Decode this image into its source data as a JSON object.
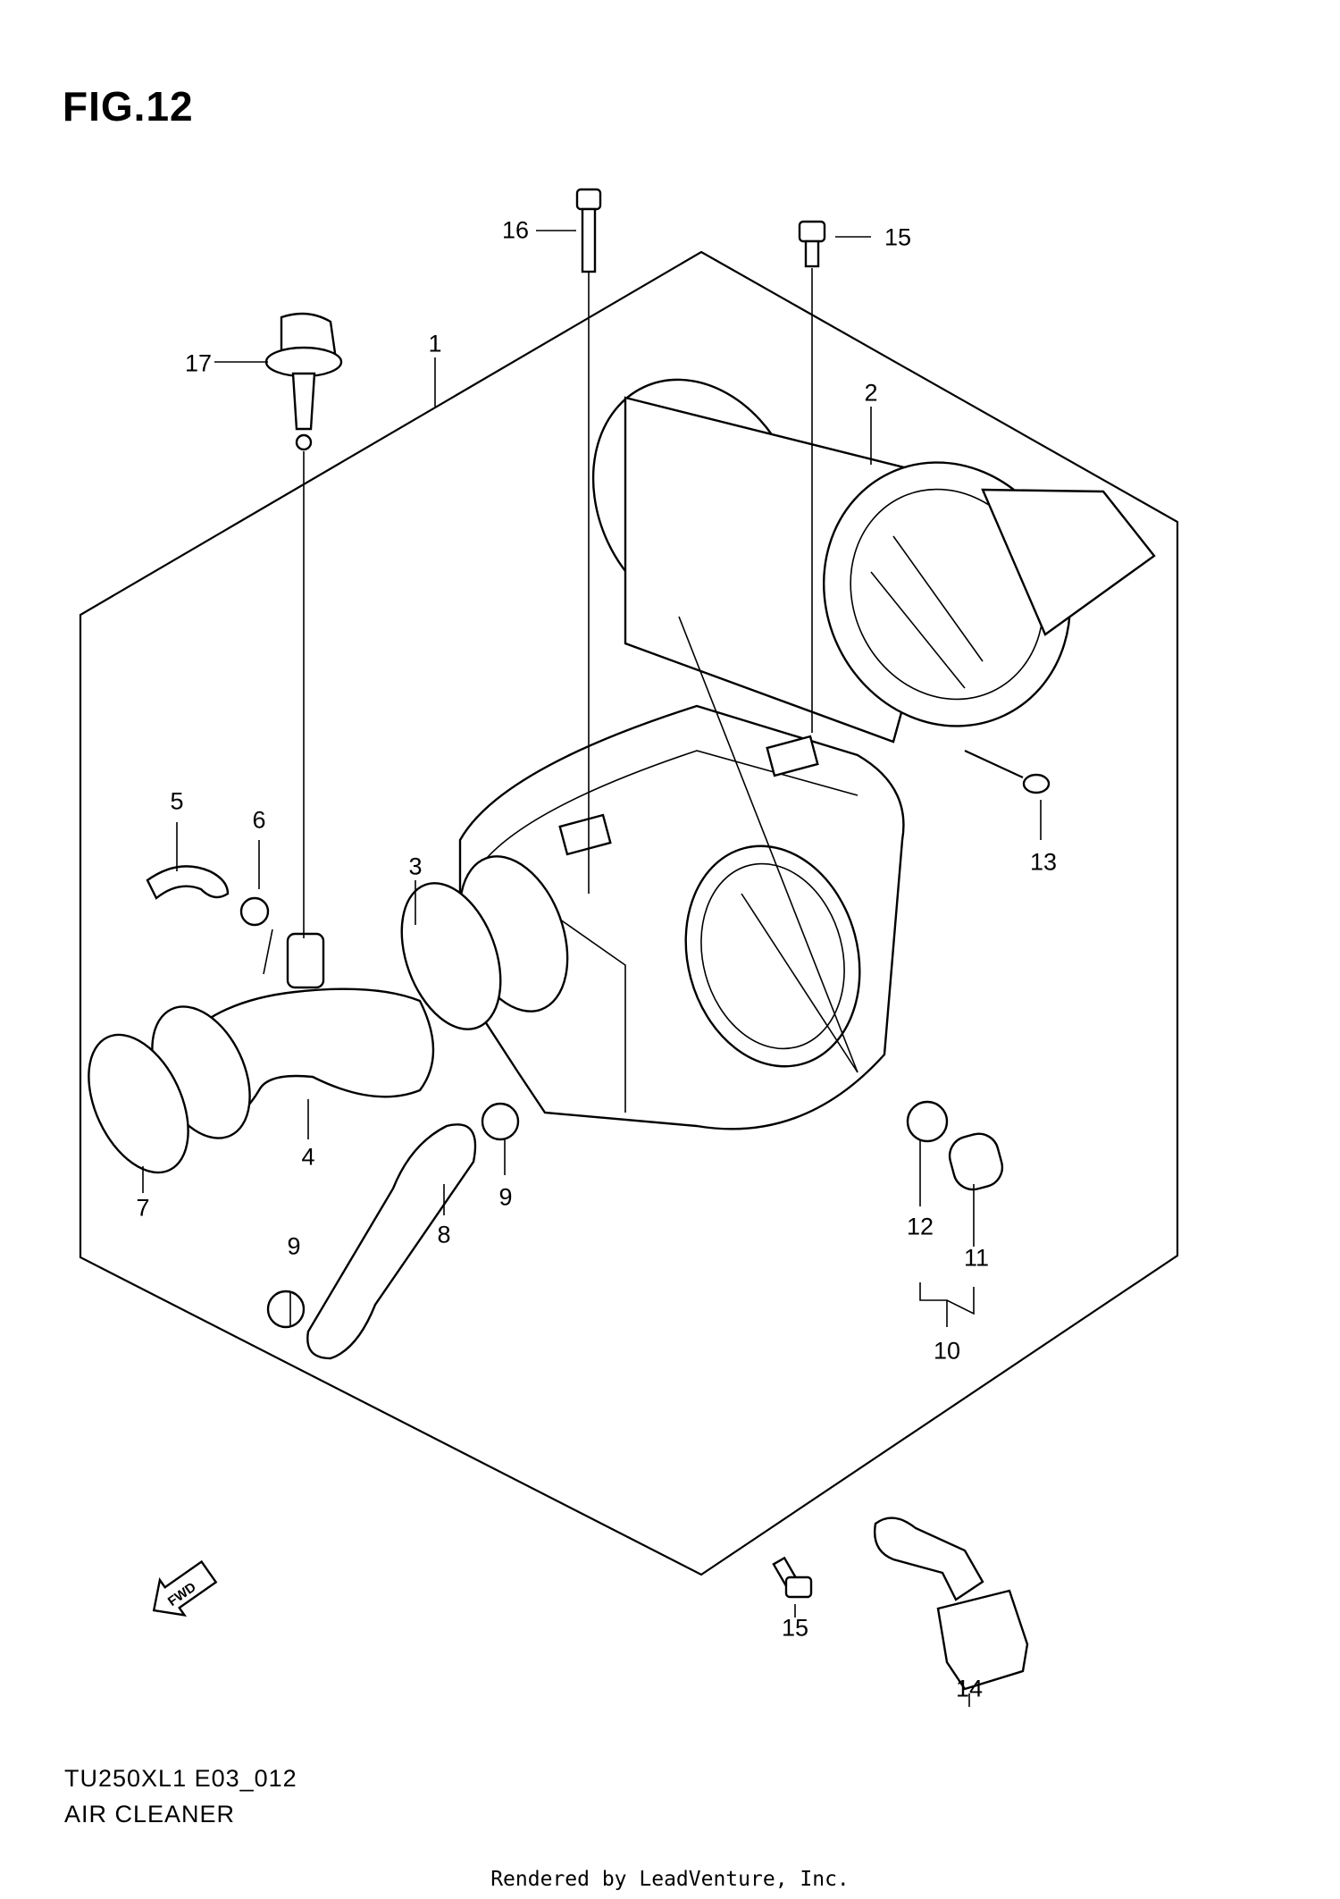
{
  "figure": {
    "title": "FIG.12",
    "model_code": "TU250XL1 E03_012",
    "section_name": "AIR CLEANER",
    "credit": "Rendered by LeadVenture, Inc."
  },
  "callouts": [
    {
      "id": "c16",
      "label": "16"
    },
    {
      "id": "c15a",
      "label": "15"
    },
    {
      "id": "c17",
      "label": "17"
    },
    {
      "id": "c1",
      "label": "1"
    },
    {
      "id": "c2",
      "label": "2"
    },
    {
      "id": "c5",
      "label": "5"
    },
    {
      "id": "c6",
      "label": "6"
    },
    {
      "id": "c3",
      "label": "3"
    },
    {
      "id": "c13",
      "label": "13"
    },
    {
      "id": "c4",
      "label": "4"
    },
    {
      "id": "c7",
      "label": "7"
    },
    {
      "id": "c9a",
      "label": "9"
    },
    {
      "id": "c8",
      "label": "8"
    },
    {
      "id": "c12",
      "label": "12"
    },
    {
      "id": "c11",
      "label": "11"
    },
    {
      "id": "c9b",
      "label": "9"
    },
    {
      "id": "c10",
      "label": "10"
    },
    {
      "id": "c15b",
      "label": "15"
    },
    {
      "id": "c14",
      "label": "14"
    }
  ],
  "icons": {
    "fwd_arrow": "fwd-arrow-icon",
    "fwd_text": "FWD"
  }
}
